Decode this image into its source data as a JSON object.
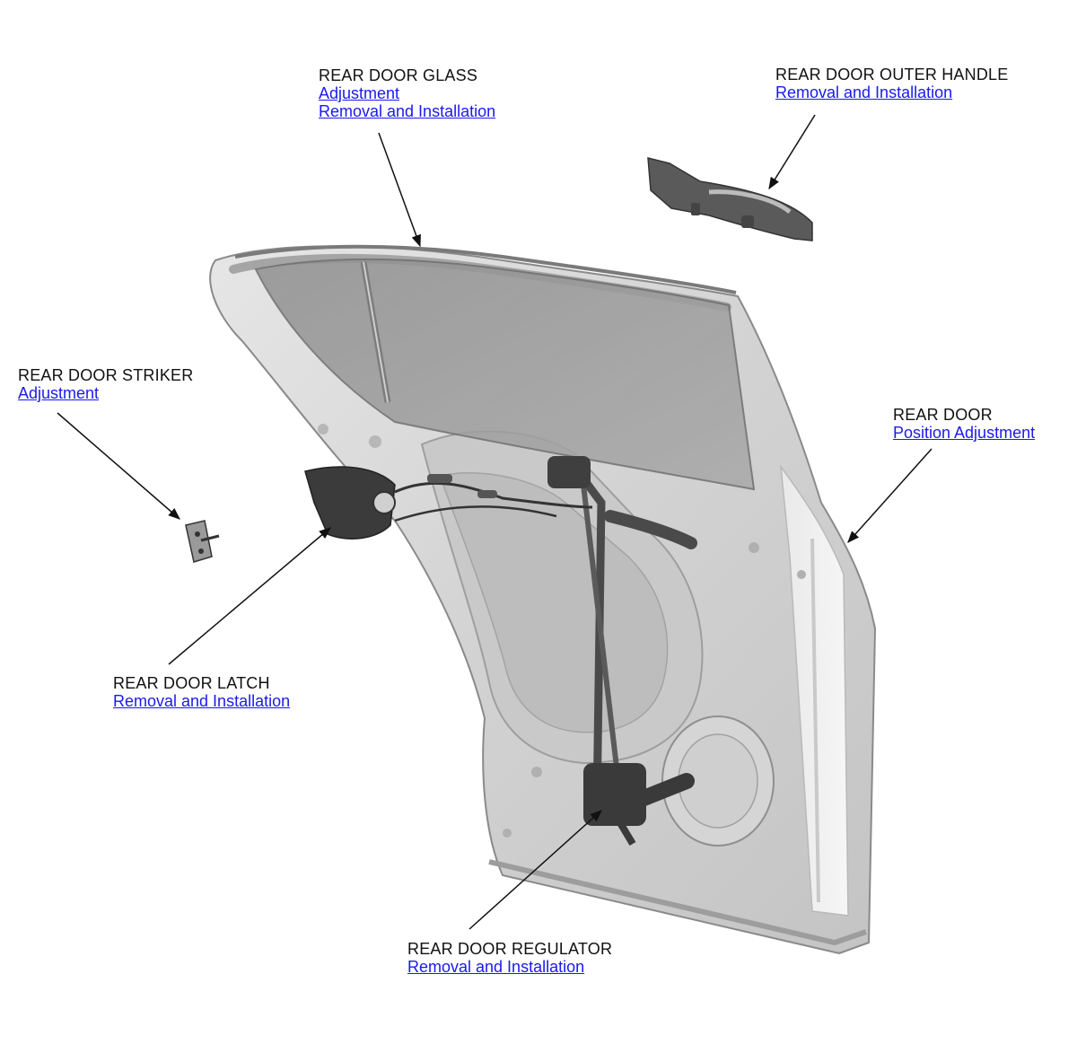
{
  "colors": {
    "link": "#1a1aee",
    "text": "#111111",
    "door_metal": "#d9d9d9",
    "door_edge": "#8a8a8a",
    "glass": "#9a9a9a",
    "component_dark": "#3c3c3c"
  },
  "callouts": {
    "glass": {
      "title": "REAR DOOR GLASS",
      "links": [
        "Adjustment",
        "Removal and Installation"
      ]
    },
    "outer_handle": {
      "title": "REAR DOOR OUTER HANDLE",
      "links": [
        "Removal and Installation"
      ]
    },
    "striker": {
      "title": "REAR DOOR STRIKER",
      "links": [
        "Adjustment"
      ]
    },
    "door": {
      "title": "REAR DOOR",
      "links": [
        "Position Adjustment"
      ]
    },
    "latch": {
      "title": "REAR DOOR LATCH",
      "links": [
        "Removal and Installation"
      ]
    },
    "regulator": {
      "title": "REAR DOOR REGULATOR",
      "links": [
        "Removal and Installation"
      ]
    }
  }
}
